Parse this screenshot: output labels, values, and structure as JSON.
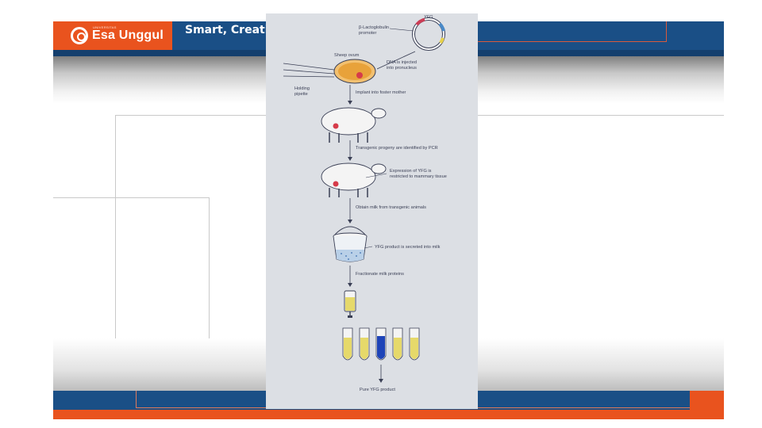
{
  "header": {
    "logo_small": "UNIVERSITAS",
    "logo_text": "Esa Unggul",
    "tagline": "Smart, Creative"
  },
  "figure": {
    "plasmid_label": "YFG",
    "promoter_label_1": "β-Lactoglobulin",
    "promoter_label_2": "promoter",
    "ovum_label": "Sheep ovum",
    "dna_label_1": "DNA is injected",
    "dna_label_2": "into pronucleus",
    "pipette_label_1": "Holding",
    "pipette_label_2": "pipette",
    "step_implant": "Implant into foster mother",
    "step_pcr": "Transgenic progeny are identified by PCR",
    "expression_label_1": "Expression of YFG is",
    "expression_label_2": "restricted to mammary tissue",
    "step_milk": "Obtain milk from transgenic animals",
    "secreted_label": "YFG product is secreted into milk",
    "step_fractionate": "Fractionate milk proteins",
    "final_label": "Pure YFG product"
  },
  "colors": {
    "brand_orange": "#e9531e",
    "brand_blue": "#1a4f86",
    "tube_yellow": "#e6d96a",
    "tube_blue": "#1e44b8",
    "ovum_orange": "#e8a23a",
    "nucleus_red": "#d63b4a"
  },
  "icons": [
    "sheep-icon",
    "bucket-icon",
    "column-icon",
    "test-tube-icon",
    "plasmid-icon",
    "logo-icon"
  ]
}
